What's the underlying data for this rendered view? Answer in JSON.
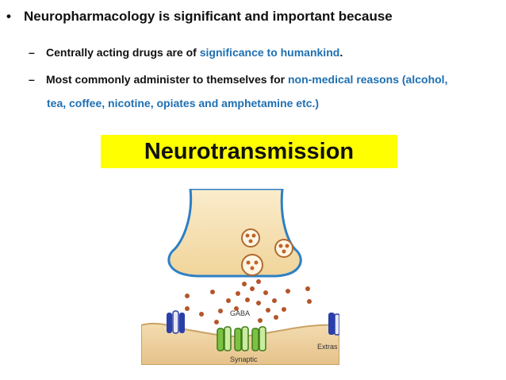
{
  "bullet": {
    "symbol": "•",
    "text": "Neuropharmacology is significant and important because"
  },
  "sub1": {
    "dash": "–",
    "text_before": "Centrally acting drugs are of ",
    "highlight": "significance to humankind",
    "text_after": "."
  },
  "sub2": {
    "dash": "–",
    "text_before": "Most commonly administer to themselves for ",
    "highlight_line1": "non-medical reasons (alcohol,",
    "highlight_line2": "tea, coffee, nicotine, opiates and amphetamine etc.)"
  },
  "title": "Neurotransmission",
  "diagram": {
    "label_gaba": "GABA",
    "label_extra": "Extras",
    "label_synaptic": "Synaptic",
    "colors": {
      "highlight_text": "#1f6fb2",
      "title_bg": "#ffff00",
      "terminal": "#f1d8a8",
      "vesicle": "#c07a3a",
      "receptor_blue": "#2a3fa8",
      "receptor_green": "#7cc242"
    }
  }
}
